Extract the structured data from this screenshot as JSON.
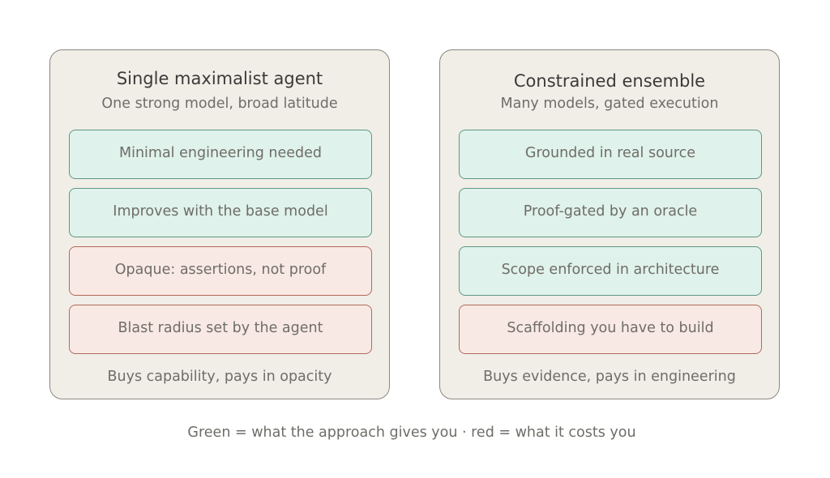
{
  "panels": [
    {
      "title": "Single maximalist agent",
      "subtitle": "One strong model, broad latitude",
      "items": [
        {
          "label": "Minimal engineering needed",
          "kind": "benefit"
        },
        {
          "label": "Improves with the base model",
          "kind": "benefit"
        },
        {
          "label": "Opaque: assertions, not proof",
          "kind": "cost"
        },
        {
          "label": "Blast radius set by the agent",
          "kind": "cost"
        }
      ],
      "summary": "Buys capability, pays in opacity"
    },
    {
      "title": "Constrained ensemble",
      "subtitle": "Many models, gated execution",
      "items": [
        {
          "label": "Grounded in real source",
          "kind": "benefit"
        },
        {
          "label": "Proof-gated by an oracle",
          "kind": "benefit"
        },
        {
          "label": "Scope enforced in architecture",
          "kind": "benefit"
        },
        {
          "label": "Scaffolding you have to build",
          "kind": "cost"
        }
      ],
      "summary": "Buys evidence, pays in engineering"
    }
  ],
  "legend": "Green = what the approach gives you · red = what it costs you",
  "colors": {
    "panel_background": "#f1eee8",
    "benefit_fill": "#dff2eb",
    "benefit_border": "#5e9784",
    "cost_fill": "#f9e9e4",
    "cost_border": "#b06a5a",
    "text": "#6f6d68",
    "title_text": "#3a3a38"
  }
}
